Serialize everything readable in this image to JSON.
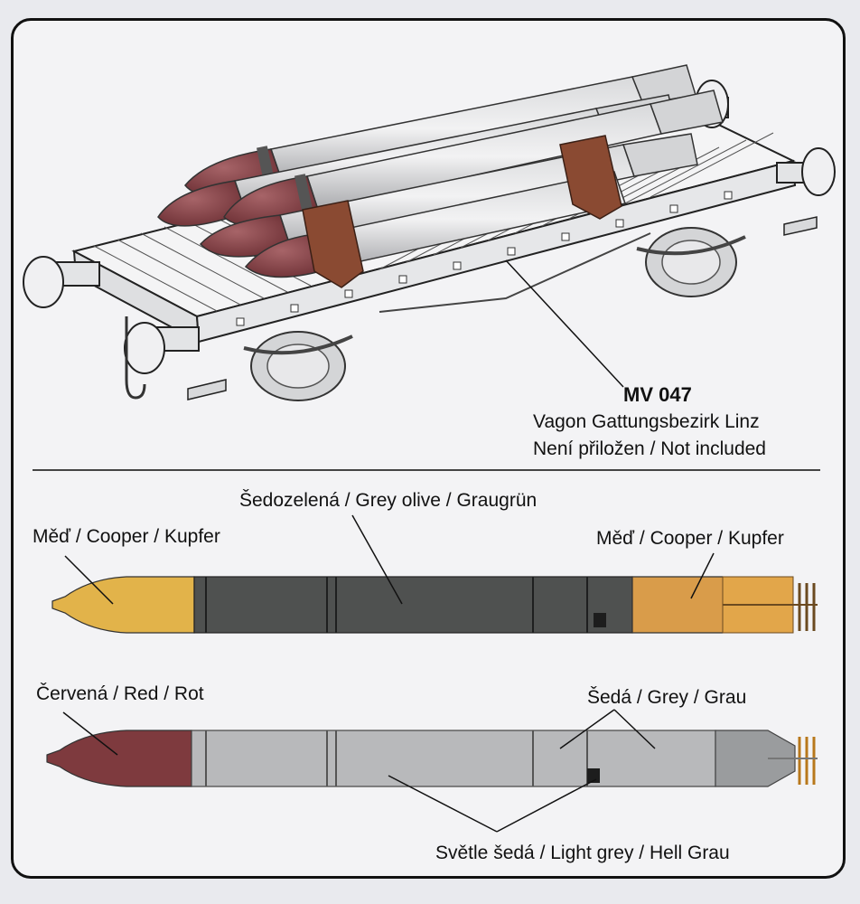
{
  "wagon": {
    "code": "MV 047",
    "name": "Vagon Gattungsbezirk Linz",
    "note": "Není přiložen / Not included"
  },
  "bomb_top": {
    "body_label": "Šedozelená / Grey olive / Graugrün",
    "nose_label": "Měď / Cooper / Kupfer",
    "tail_label": "Měď / Cooper / Kupfer"
  },
  "bomb_bottom": {
    "nose_label": "Červená / Red / Rot",
    "grey_label": "Šedá / Grey / Grau",
    "light_label": "Světle šedá / Light grey / Hell Grau"
  },
  "colors": {
    "grey_olive": "#4f5150",
    "copper_nose": "#e2b34a",
    "copper_tail": "#d99c4a",
    "red_nose": "#7e3a3e",
    "light_grey": "#b8b9bb",
    "grey": "#9a9c9e",
    "saddle_brown": "#8a4a32"
  }
}
